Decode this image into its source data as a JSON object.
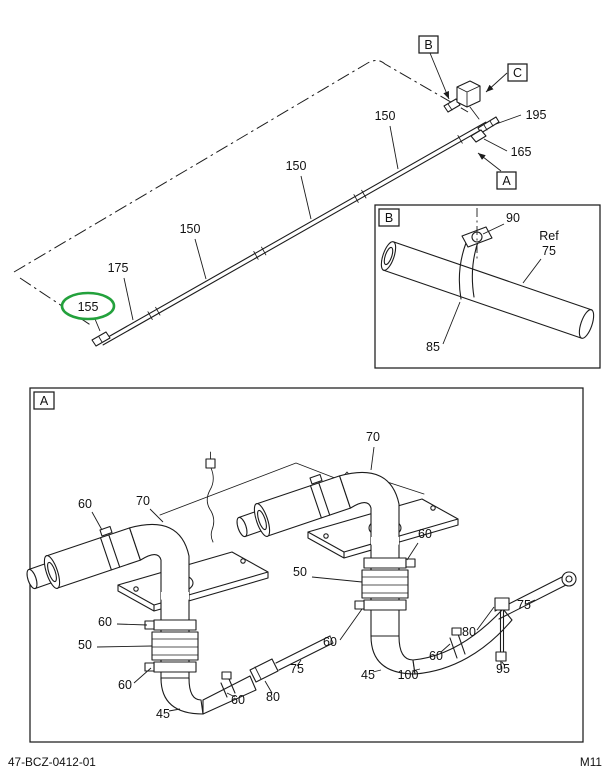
{
  "page": {
    "footer_left": "47-BCZ-0412-01",
    "footer_right": "M11"
  },
  "colors": {
    "line": "#1c1c1c",
    "highlight": "#23a13c"
  },
  "main_view": {
    "markers": {
      "a": "A",
      "b": "B",
      "c": "C"
    },
    "callouts": {
      "c150": "150",
      "c175": "175",
      "c155": "155",
      "c195": "195",
      "c165": "165"
    }
  },
  "detail_b": {
    "marker": "B",
    "callouts": {
      "c90": "90",
      "ref": "Ref",
      "c75": "75",
      "c85": "85"
    }
  },
  "detail_a": {
    "marker": "A",
    "callouts": {
      "c70": "70",
      "c60": "60",
      "c50": "50",
      "c45": "45",
      "c80": "80",
      "c75": "75",
      "c95": "95",
      "c100": "100"
    }
  }
}
